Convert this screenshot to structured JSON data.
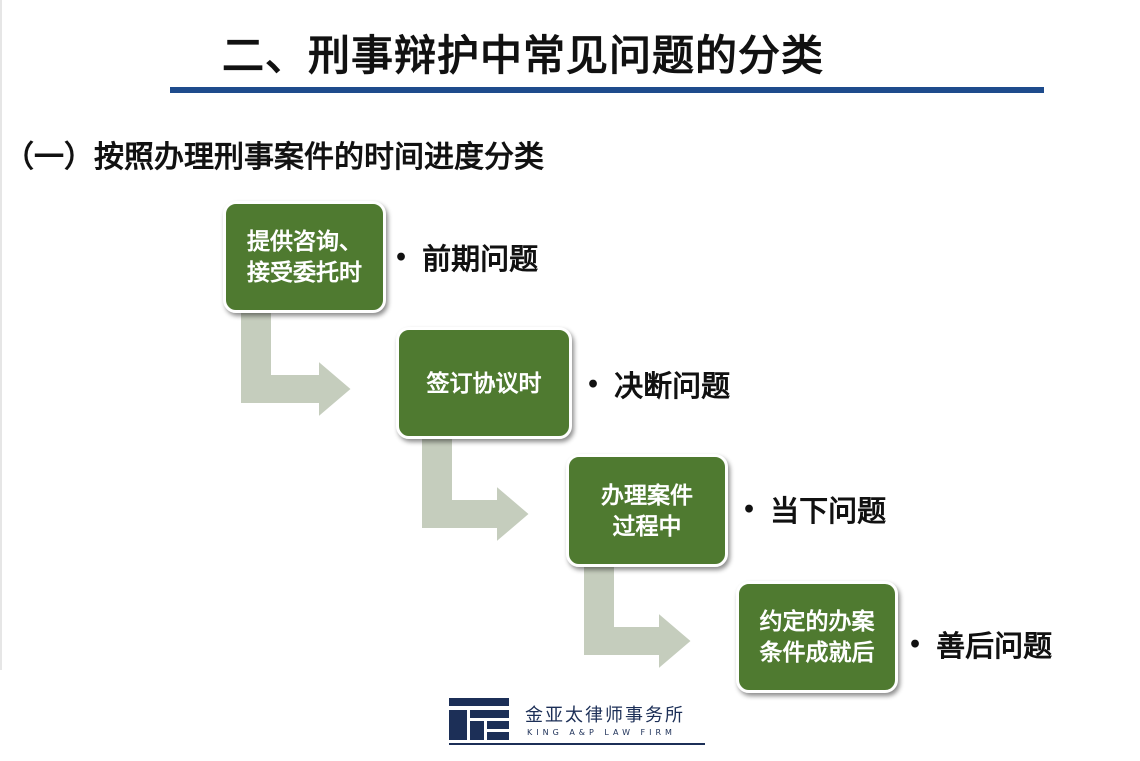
{
  "header": {
    "title": "二、刑事辩护中常见问题的分类",
    "subtitle": "（一）按照办理刑事案件的时间进度分类"
  },
  "steps": [
    {
      "lines": [
        "提供咨询、",
        "接受委托时"
      ],
      "bullet": "前期问题"
    },
    {
      "lines": [
        "签订协议时"
      ],
      "bullet": "决断问题"
    },
    {
      "lines": [
        "办理案件",
        "过程中"
      ],
      "bullet": "当下问题"
    },
    {
      "lines": [
        "约定的办案",
        "条件成就后"
      ],
      "bullet": "善后问题"
    }
  ],
  "bullet_symbol": "•",
  "logo": {
    "icon": "law-firm-logo-icon",
    "name_cn": "金亚太律师事务所",
    "name_en": "KING A&P LAW FIRM"
  },
  "colors": {
    "box_fill": "#4f7a30",
    "arrow_fill": "#c5cdbd",
    "title_rule": "#1e4b8c",
    "logo": "#1c2f57"
  }
}
